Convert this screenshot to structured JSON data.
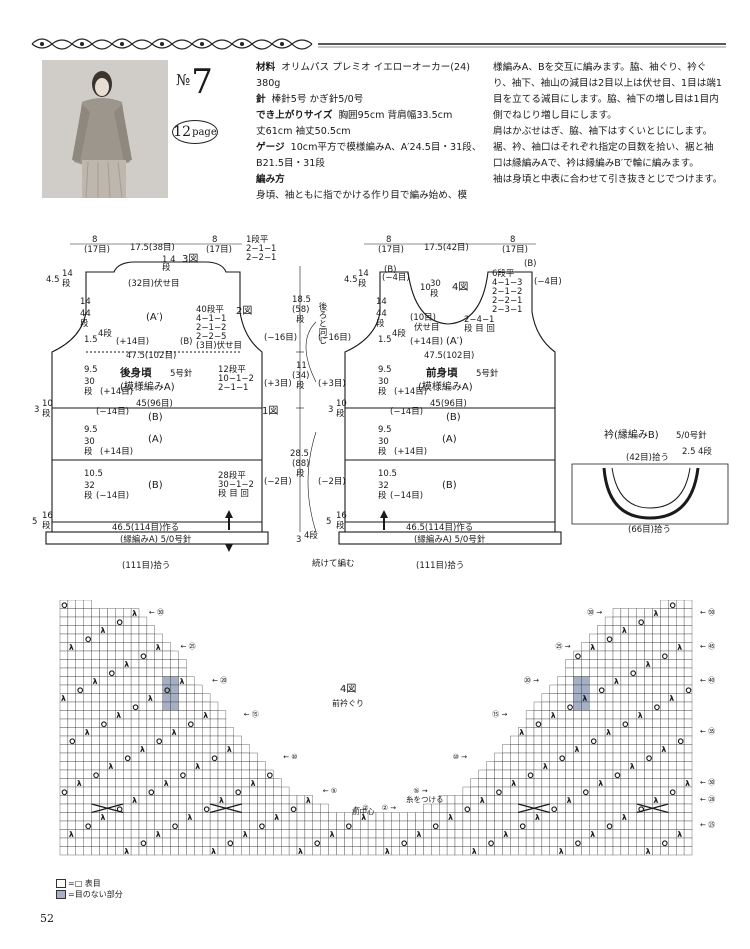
{
  "header": {
    "pattern_no_prefix": "№",
    "pattern_no": "7",
    "page_ref_num": "12",
    "page_ref_word": "page"
  },
  "specs": {
    "materials_label": "材料",
    "materials_value": "オリムパス プレミオ イエローオーカー(24) 380g",
    "needles_label": "針",
    "needles_value": "棒針5号 かぎ針5/0号",
    "size_label": "でき上がりサイズ",
    "size_value": "胸囲95cm 背肩幅33.5cm",
    "size_value2": "丈61cm 袖丈50.5cm",
    "gauge_label": "ゲージ",
    "gauge_value": "10cm平方で模様編みA、A′24.5目・31段、B21.5目・31段",
    "method_label": "編み方",
    "method_text": "身頃、袖ともに指でかける作り目で編み始め、模"
  },
  "steps": {
    "p1": "様編みA、Bを交互に編みます。脇、袖ぐり、衿ぐり、袖下、袖山の減目は2目以上は伏せ目、1目は端1目を立てる減目にします。脇、袖下の増し目は1目内側でねじり増し目にします。",
    "p2": "肩はかぶせはぎ、脇、袖下はすくいとじにします。",
    "p3": "裾、衿、袖口はそれぞれ指定の目数を拾い、裾と袖口は縁編みAで、衿は縁編みB′で輪に編みます。",
    "p4": "袖は身頃と中表に合わせて引き抜きとじでつけます。"
  },
  "back": {
    "top_left": "8",
    "top_left_st": "(17目)",
    "top_mid": "17.5(38目)",
    "top_right": "8",
    "top_right_st": "(17目)",
    "rows1": "1段平",
    "rows2": "2−1−1",
    "rows3": "2−2−1",
    "fig3": "3図",
    "n14": "1 4",
    "dan": "段",
    "bind32": "(32目)伏せ目",
    "h45": "4.5",
    "h45r": "14",
    "h45d": "段",
    "aprime": "(A′)",
    "c14": "14",
    "c44": "44",
    "cd": "段",
    "dec40": "40段平",
    "dec41": "4−1−1",
    "dec21": "2−1−2",
    "dec225": "2−2−5",
    "dec3": "(3目)伏せ目",
    "fig2": "2図",
    "c15": "1.5",
    "c15d": "4段",
    "p14a": "(+14目)",
    "b1": "(B)",
    "m16": "(−16目)",
    "width475": "47.5(102目)",
    "c95": "9.5",
    "c30": "30",
    "c30d": "段",
    "title": "後身頃",
    "needle": "5号針",
    "pattern": "(模様編みA)",
    "inc12": "12段平",
    "inc10": "10−1−2",
    "inc2": "2−1−1",
    "p3a": "(+3目)",
    "p14b": "(+14目)",
    "h3": "3",
    "h10": "10",
    "hd": "段",
    "m14": "(−14目)",
    "width45": "45(96目)",
    "fig1": "1図",
    "b2": "(B)",
    "a1": "(A)",
    "dec28": "28段平",
    "dec30": "30−1−2",
    "decd": "段 目 回",
    "m2": "(−2目)",
    "c105": "10.5",
    "c32": "32",
    "h5": "5",
    "h16": "16",
    "width465": "46.5(114目)作る",
    "edge": "(縁編みA) 5/0号針",
    "pick111": "(111目)拾う"
  },
  "side": {
    "v185": "18.5",
    "v58": "(58)",
    "vd": "段",
    "v11": "11",
    "v34": "(34)",
    "v285": "28.5",
    "v88": "(88)",
    "v3": "3",
    "v4": "4段",
    "same": "後ろと同じ",
    "cont": "続けて編む",
    "m16": "(−16目)",
    "p3": "(+3目)",
    "m2": "(−2目)"
  },
  "front": {
    "top_left": "8",
    "top_left_st": "(17目)",
    "top_mid": "17.5(42目)",
    "top_right": "8",
    "top_right_st": "(17目)",
    "m4a": "(−4目)",
    "m4b": "(−4目)",
    "b": "(B)",
    "c10": "10",
    "c30": "30",
    "cd": "段",
    "fig4": "4図",
    "neck6": "6段平",
    "neck4": "4−1−3",
    "neck2": "2−1−2",
    "neck22": "2−2−1",
    "neck23": "2−3−1",
    "neck24": "2−4−1",
    "neck_d": "段 目 回",
    "bind10": "(10目)",
    "bind_word": "伏せ目",
    "aprime": "(A′)",
    "title": "前身頃",
    "needle": "5号針",
    "pattern": "(模様編みA)",
    "width465": "46.5(114目)作る",
    "edge": "(縁編みA) 5/0号針",
    "pick111": "(111目)拾う"
  },
  "collar": {
    "title": "衿(縁編みB)",
    "needle": "5/0号針",
    "pick42": "(42目)拾う",
    "h25": "2.5",
    "h4": "4段",
    "pick66": "(66目)拾う"
  },
  "chart": {
    "title": "4図",
    "subtitle": "前衿ぐり",
    "thread": "糸をつける",
    "center": "前中心",
    "right_rows": [
      "㊿",
      "㊺",
      "㊵",
      "㉟",
      "㉚",
      "㉘",
      "㉕"
    ],
    "left_rows": [
      "㉚",
      "㉕",
      "⑳",
      "⑮",
      "⑩",
      "⑤",
      "②"
    ]
  },
  "legend": {
    "item1": "=□ 表目",
    "item2": "=目のない部分"
  },
  "footer": {
    "page": "52"
  },
  "colors": {
    "ink": "#1a1a1a",
    "missing": "#a5b0c6"
  }
}
